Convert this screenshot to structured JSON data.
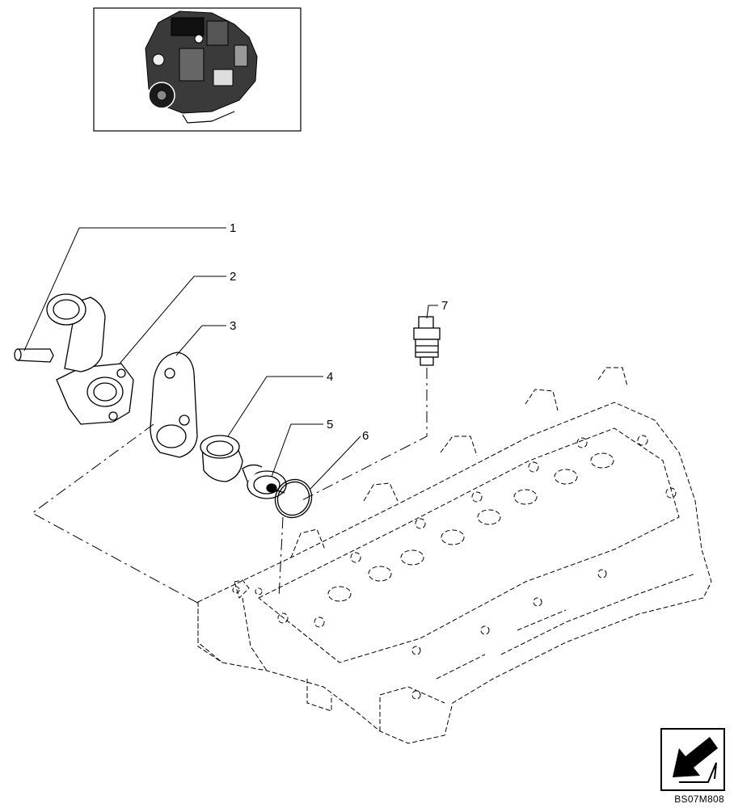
{
  "diagram": {
    "callouts": [
      {
        "id": "1",
        "label": "1"
      },
      {
        "id": "2",
        "label": "2"
      },
      {
        "id": "3",
        "label": "3"
      },
      {
        "id": "4",
        "label": "4"
      },
      {
        "id": "5",
        "label": "5"
      },
      {
        "id": "6",
        "label": "6"
      },
      {
        "id": "7",
        "label": "7"
      }
    ],
    "drawing_code": "BS07M808"
  },
  "icons": {
    "thumbnail": "engine-thumbnail-icon",
    "navigation": "arrow-down-left-icon"
  }
}
